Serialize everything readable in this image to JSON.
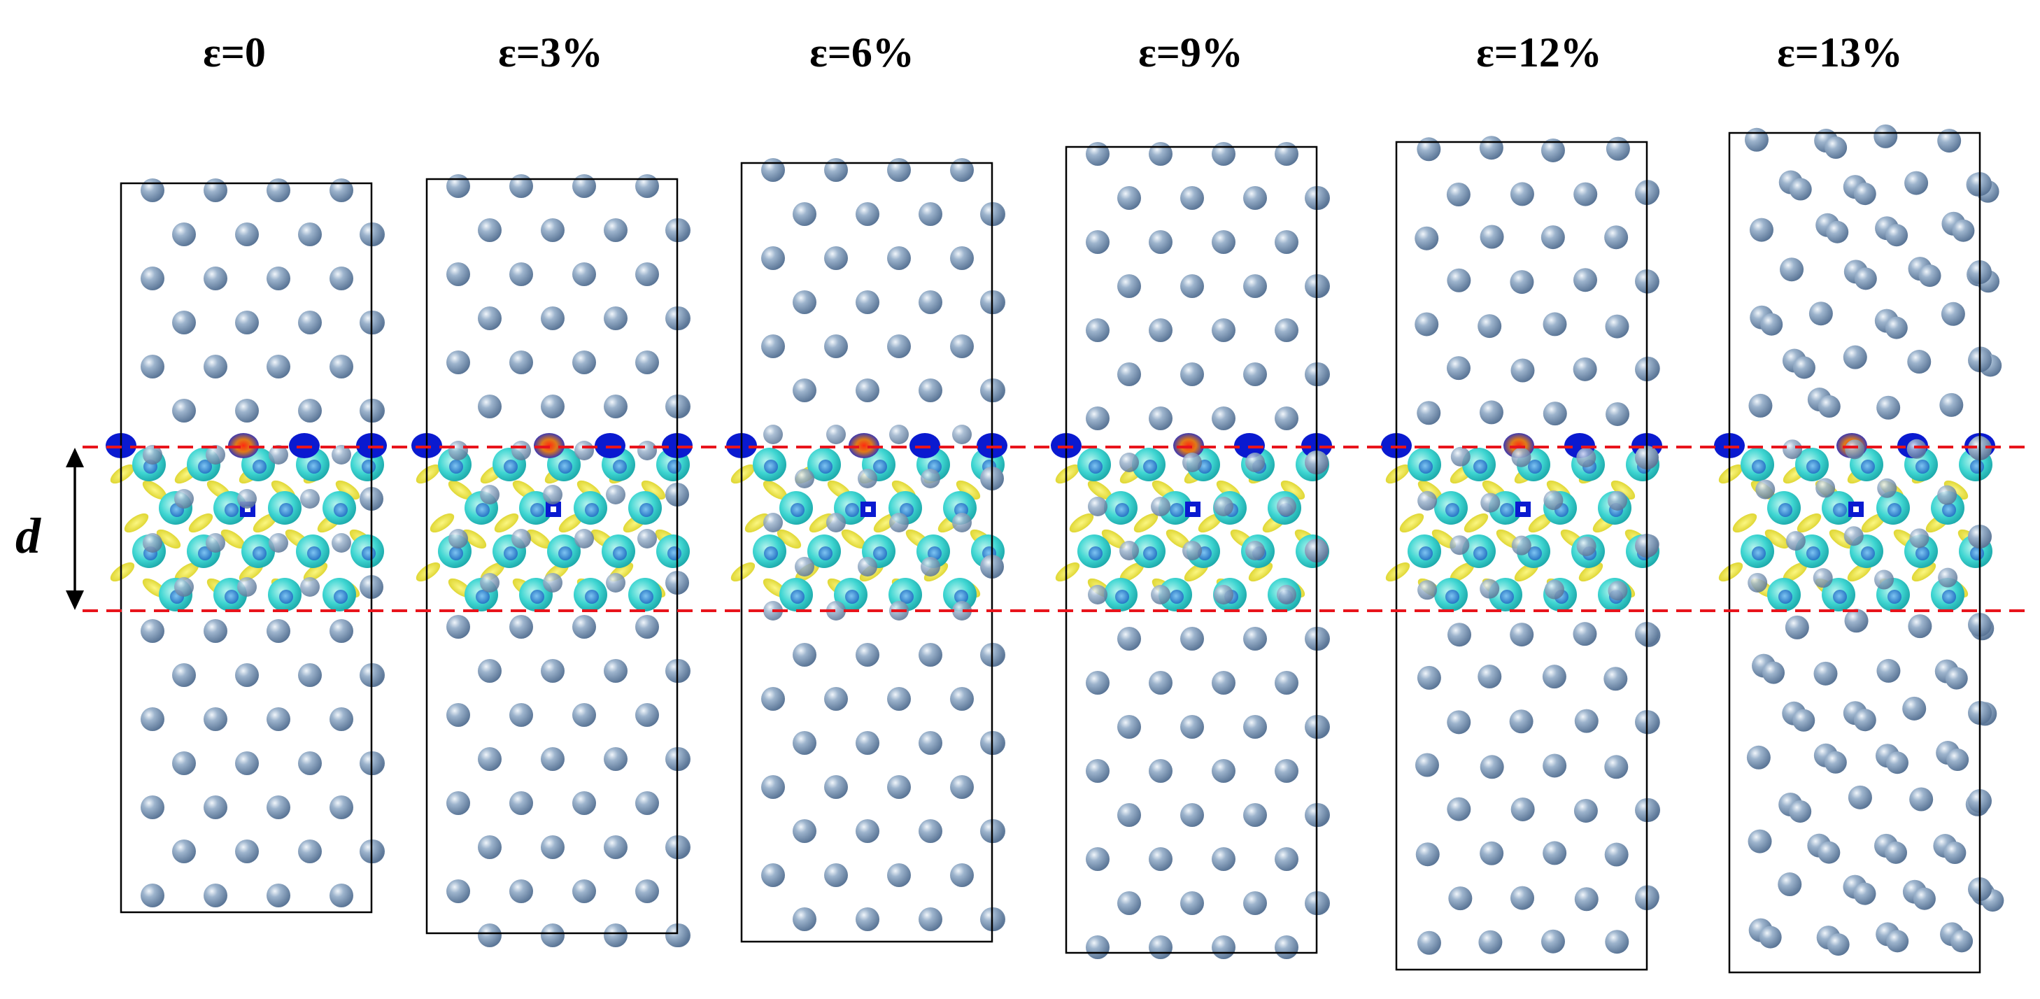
{
  "figure": {
    "panels": [
      {
        "label": "ε=0"
      },
      {
        "label": "ε=3%"
      },
      {
        "label": "ε=6%"
      },
      {
        "label": "ε=9%"
      },
      {
        "label": "ε=12%"
      },
      {
        "label": "ε=13%"
      }
    ],
    "interface_label": "d",
    "colors": {
      "atom": "#8fa8c4",
      "atom_highlight": "#e8f0f8",
      "atom_shadow": "#5a7596",
      "cell_border": "#000000",
      "dashed_line": "#e8141c",
      "charge_accumulation": "#f2ea2e",
      "charge_depletion": "#3fd6d2",
      "depletion_core": "#1f7fd0",
      "strong_depletion": "#0a1ad0",
      "hotspot": "#d9501c"
    }
  }
}
